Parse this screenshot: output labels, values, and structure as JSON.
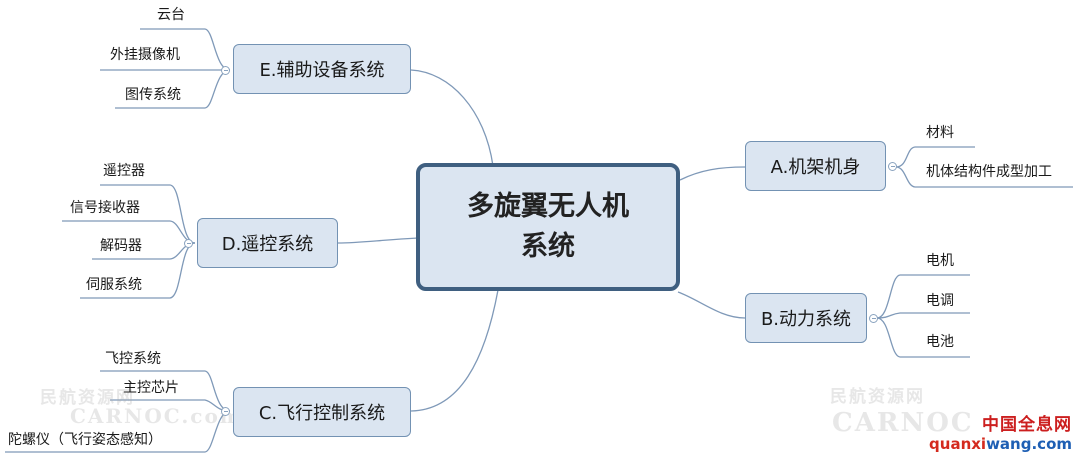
{
  "central": {
    "line1": "多旋翼无人机",
    "line2": "系统"
  },
  "branches": {
    "a": {
      "label": "A.机架机身",
      "leaves": [
        "材料",
        "机体结构件成型加工"
      ]
    },
    "b": {
      "label": "B.动力系统",
      "leaves": [
        "电机",
        "电调",
        "电池"
      ]
    },
    "c": {
      "label": "C.飞行控制系统",
      "leaves": [
        "飞控系统",
        "主控芯片",
        "陀螺仪（飞行姿态感知）"
      ]
    },
    "d": {
      "label": "D.遥控系统",
      "leaves": [
        "遥控器",
        "信号接收器",
        "解码器",
        "伺服系统"
      ]
    },
    "e": {
      "label": "E.辅助设备系统",
      "leaves": [
        "云台",
        "外挂摄像机",
        "图传系统"
      ]
    }
  },
  "colors": {
    "node_fill": "#dbe5f1",
    "central_border": "#3f5f80",
    "branch_border": "#7392b3",
    "connector": "#7f99b8"
  },
  "watermark": {
    "left": "民航资源网",
    "left_en": "CARNOC.com",
    "right": "民航资源网",
    "right_en": "CARNOC"
  },
  "brand": {
    "cn": "中国全息网",
    "en_part1": "quanxi",
    "en_part2": "wang.com"
  }
}
